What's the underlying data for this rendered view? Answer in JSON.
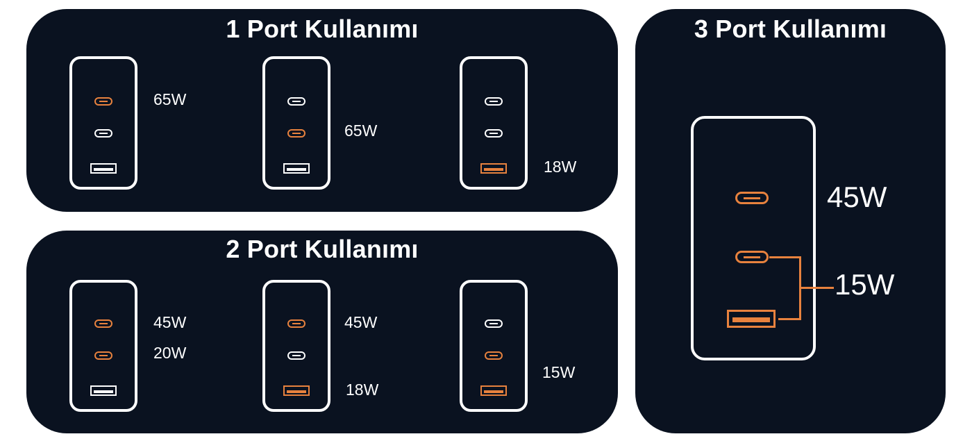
{
  "colors": {
    "panel_bg": "#0a1220",
    "active_port": "#e8823e",
    "inactive_port": "#ffffff"
  },
  "one_port": {
    "title": "1 Port Kullanımı",
    "chargers": [
      {
        "ports": [
          "active",
          "idle",
          "idle"
        ],
        "labels": [
          "65W"
        ]
      },
      {
        "ports": [
          "idle",
          "active",
          "idle"
        ],
        "labels": [
          "65W"
        ]
      },
      {
        "ports": [
          "idle",
          "idle",
          "active"
        ],
        "labels": [
          "18W"
        ]
      }
    ]
  },
  "two_port": {
    "title": "2 Port Kullanımı",
    "chargers": [
      {
        "ports": [
          "active",
          "active",
          "idle"
        ],
        "labels": [
          "45W",
          "20W"
        ]
      },
      {
        "ports": [
          "active",
          "idle",
          "active"
        ],
        "labels": [
          "45W",
          "18W"
        ]
      },
      {
        "ports": [
          "idle",
          "active",
          "active"
        ],
        "labels": [
          "15W"
        ]
      }
    ]
  },
  "three_port": {
    "title": "3 Port Kullanımı",
    "ports": [
      "active",
      "active",
      "active"
    ],
    "labels": [
      "45W",
      "15W"
    ]
  }
}
